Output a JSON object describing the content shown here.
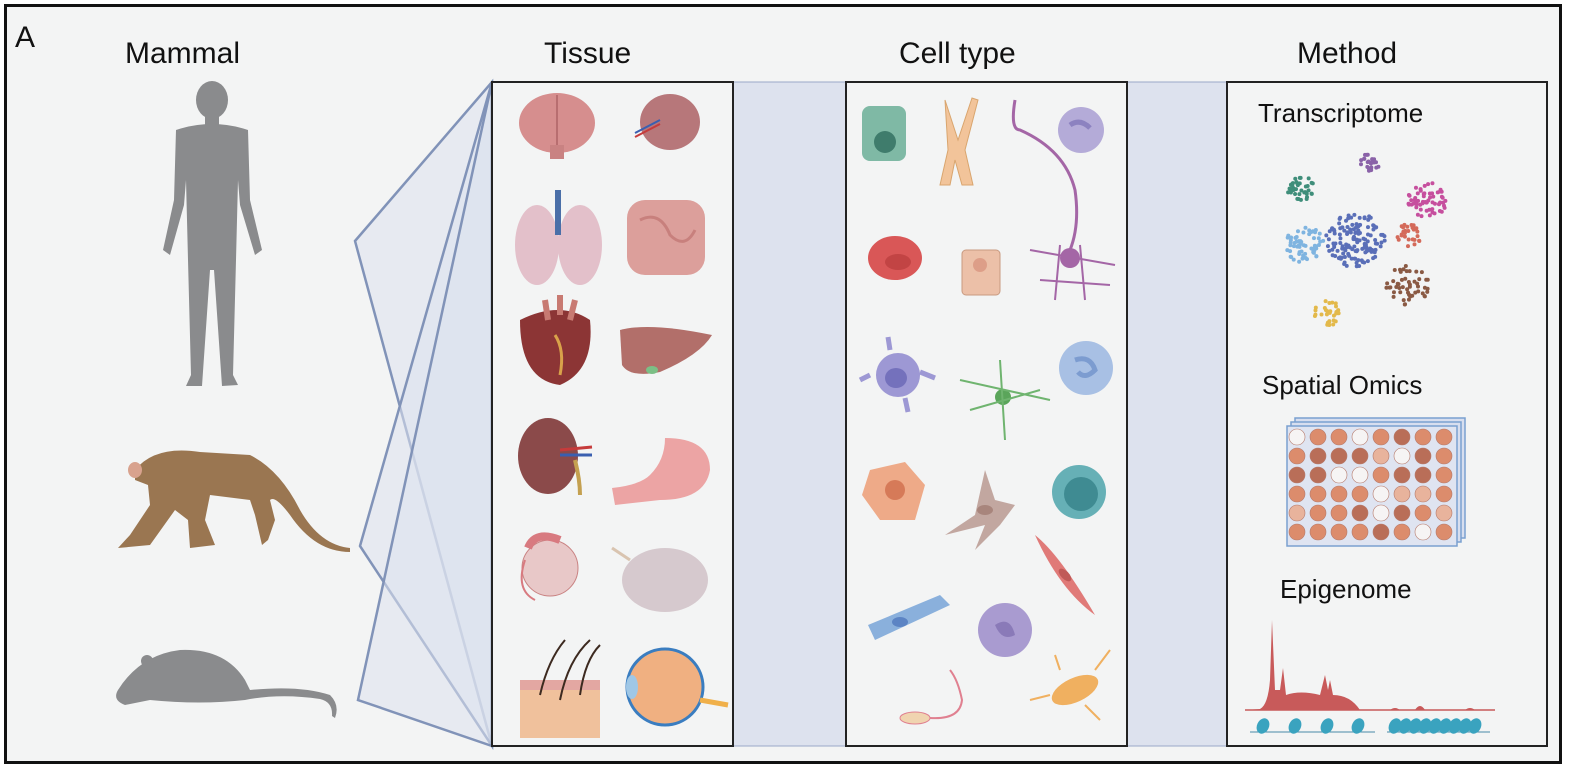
{
  "panel_letter": "A",
  "columns": {
    "mammal": {
      "title": "Mammal",
      "items": [
        "human",
        "macaque",
        "mouse"
      ]
    },
    "tissue": {
      "title": "Tissue",
      "items": [
        "brain",
        "spleen",
        "lung",
        "intestine",
        "heart",
        "liver",
        "kidney",
        "stomach",
        "testis",
        "ovary",
        "skin",
        "eye"
      ]
    },
    "cell_type": {
      "title": "Cell type",
      "items": [
        "epithelial-cell",
        "cardiomyocyte",
        "neuron",
        "neutrophil",
        "red-blood-cell",
        "intestinal-epithelial-cell",
        "dendritic-cell",
        "astrocyte",
        "granulocyte",
        "hepatocyte",
        "fibroblast",
        "lymphocyte",
        "smooth-muscle-cell",
        "hair-cell",
        "macrophage",
        "sperm",
        "oligodendrocyte"
      ]
    },
    "method": {
      "title": "Method",
      "sections": [
        {
          "label": "Transcriptome",
          "graphic": "umap-clusters"
        },
        {
          "label": "Spatial Omics",
          "graphic": "spot-array-slides"
        },
        {
          "label": "Epigenome",
          "graphic": "chromatin-accessibility-track"
        }
      ]
    }
  },
  "colors": {
    "connector": "#8193b8",
    "connector_fill": "#dde2ee",
    "band": "#dde2ee",
    "mammal_gray": "#8a8b8d",
    "monkey": "#9a7651",
    "epigenome_peak": "#c85a5a",
    "nucleosome": "#3aa3bf"
  }
}
